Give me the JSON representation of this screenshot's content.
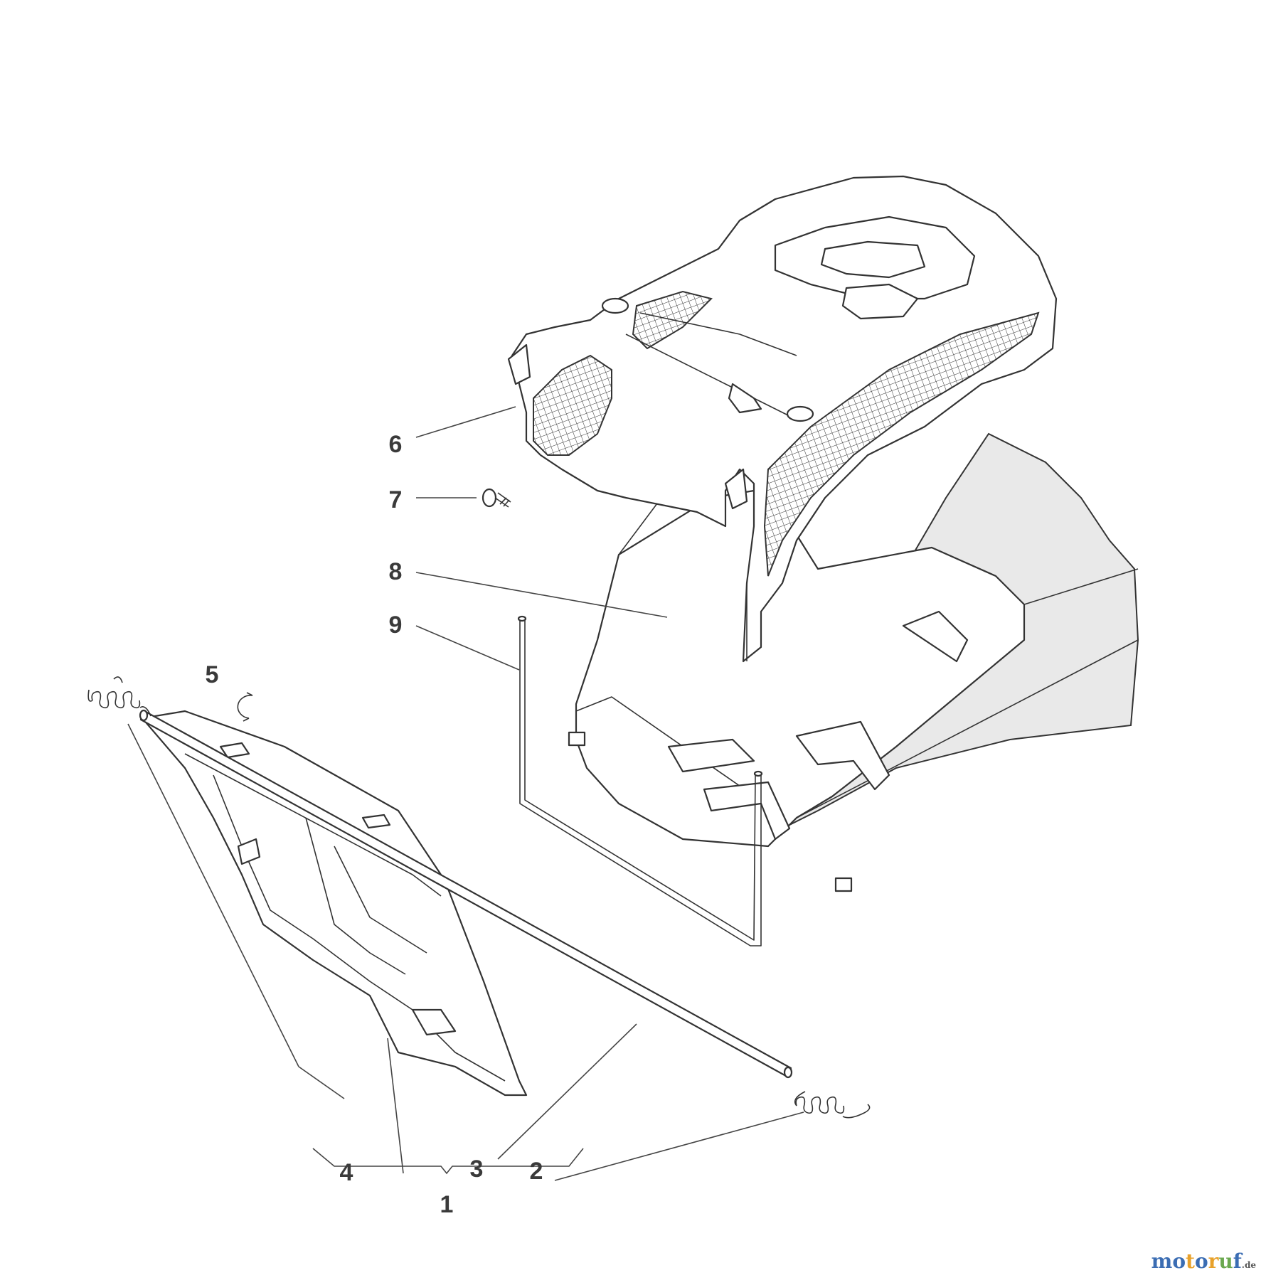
{
  "diagram": {
    "callouts": [
      {
        "id": "1",
        "label": "1"
      },
      {
        "id": "2",
        "label": "2"
      },
      {
        "id": "3",
        "label": "3"
      },
      {
        "id": "4",
        "label": "4"
      },
      {
        "id": "5",
        "label": "5"
      },
      {
        "id": "6",
        "label": "6"
      },
      {
        "id": "7",
        "label": "7"
      },
      {
        "id": "8",
        "label": "8"
      },
      {
        "id": "9",
        "label": "9"
      }
    ]
  },
  "watermark": {
    "letters": [
      "m",
      "o",
      "t",
      "o",
      "r",
      "u",
      "f"
    ],
    "tld": ".de",
    "colors": [
      "#3b6db3",
      "#3b6db3",
      "#e8a12a",
      "#3b6db3",
      "#e8a12a",
      "#6aa84f",
      "#3b6db3"
    ]
  }
}
